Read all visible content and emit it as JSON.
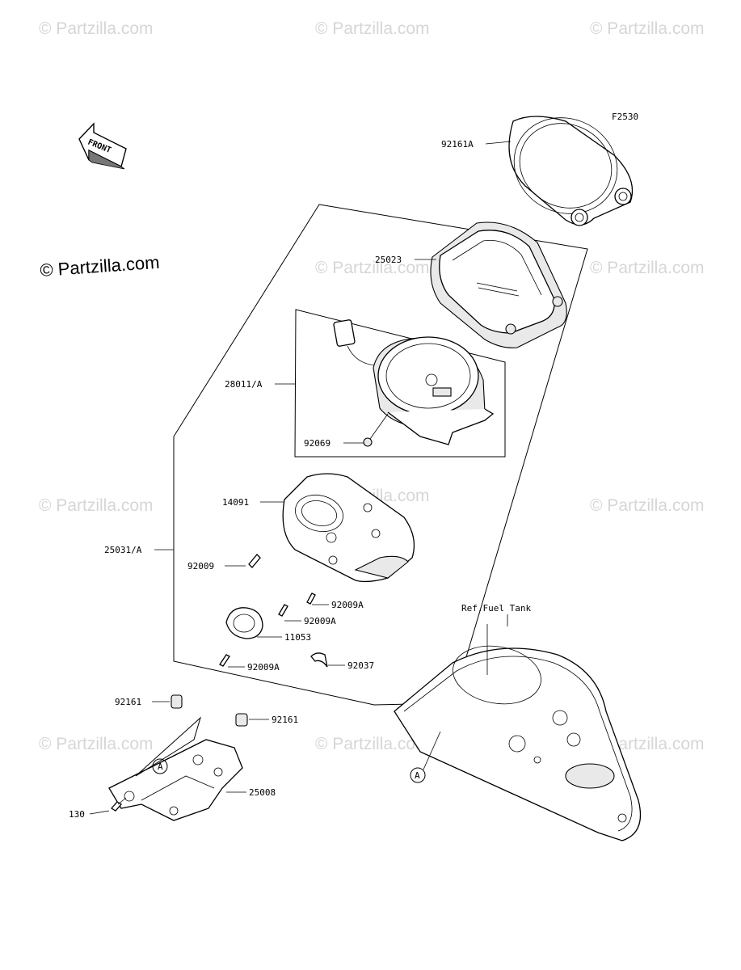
{
  "diagram_code": "F2530",
  "front_label": "FRONT",
  "watermark_text": "© Partzilla.com",
  "main_watermark": "© Partzilla.com",
  "ref_label": "Ref.Fuel Tank",
  "ref_marker": "A",
  "bracket_marker": "A",
  "parts": {
    "p92161A": "92161A",
    "p25023": "25023",
    "p28011A": "28011/A",
    "p92069": "92069",
    "p14091": "14091",
    "p25031A": "25031/A",
    "p92009": "92009",
    "p92009A_1": "92009A",
    "p92009A_2": "92009A",
    "p11053": "11053",
    "p92009A_3": "92009A",
    "p92037": "92037",
    "p92161_1": "92161",
    "p92161_2": "92161",
    "p25008": "25008",
    "p130": "130"
  },
  "colors": {
    "line": "#000000",
    "watermark": "#d6d6d6"
  }
}
